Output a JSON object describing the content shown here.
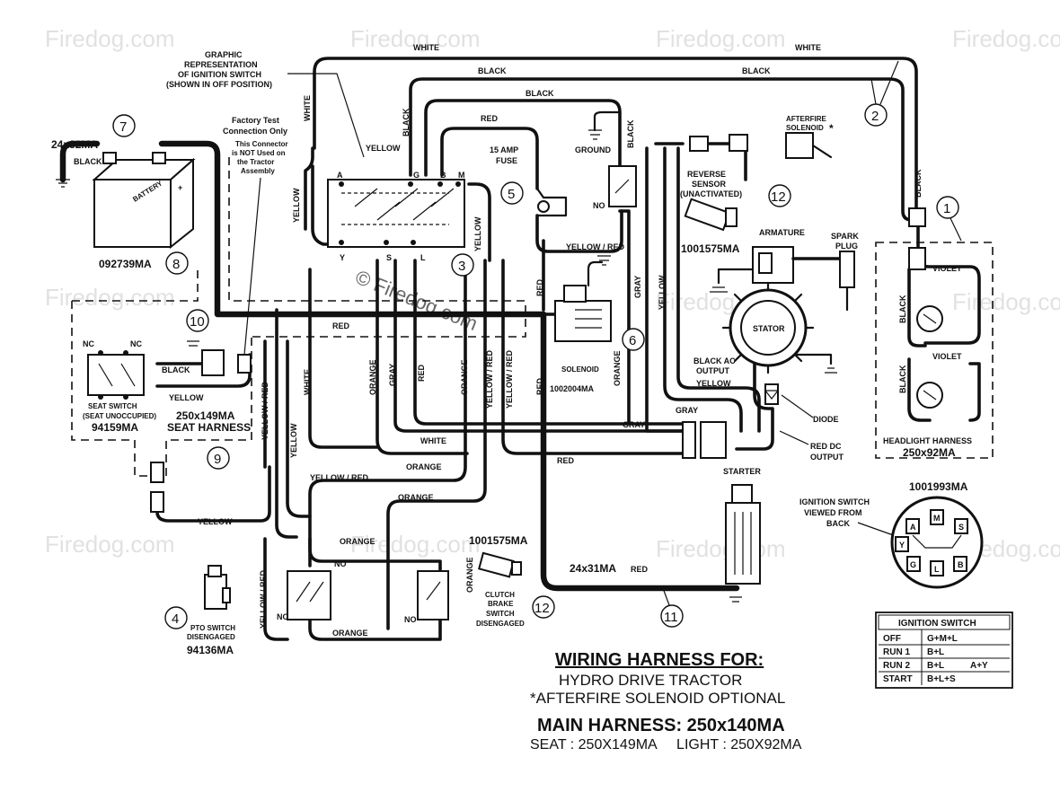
{
  "watermark": "Firedog.com",
  "watermark_symbol": "©",
  "labels": {
    "battery_part": "24x32MA",
    "battery_num": "7",
    "battery_name": "BATTERY",
    "battery_code": "092739MA",
    "battery_code_num": "8",
    "black": "BLACK",
    "white": "WHITE",
    "yellow": "YELLOW",
    "red": "RED",
    "gray": "GRAY",
    "orange": "ORANGE",
    "violet": "VIOLET",
    "yellow_red": "YELLOW / RED",
    "graphic_rep_1": "GRAPHIC",
    "graphic_rep_2": "REPRESENTATION",
    "graphic_rep_3": "OF IGNITION SWITCH",
    "graphic_rep_4": "(SHOWN IN OFF POSITION)",
    "factory_1": "Factory Test",
    "factory_2": "Connection Only",
    "factory_3": "This Connector",
    "factory_4": "is NOT Used on",
    "factory_5": "the Tractor",
    "factory_6": "Assembly",
    "fuse_1": "15 AMP",
    "fuse_2": "FUSE",
    "fuse_num": "5",
    "ground": "GROUND",
    "no": "NO",
    "nc": "NC",
    "afterfire_1": "AFTERFIRE",
    "afterfire_2": "SOLENOID",
    "afterfire_star": "*",
    "wire_num_2": "2",
    "reverse_1": "REVERSE",
    "reverse_2": "SENSOR",
    "reverse_3": "(UNACTIVATED)",
    "reverse_num": "12",
    "reverse_part": "1001575MA",
    "armature": "ARMATURE",
    "spark_1": "SPARK",
    "spark_2": "PLUG",
    "stator": "STATOR",
    "switch_num": "3",
    "solenoid": "SOLENOID",
    "solenoid_num": "6",
    "solenoid_part": "1002004MA",
    "black_ac_1": "BLACK AC",
    "black_ac_2": "OUTPUT",
    "diode": "DIODE",
    "red_dc_1": "RED DC",
    "red_dc_2": "OUTPUT",
    "headlight_num": "1",
    "headlight_harness": "HEADLIGHT HARNESS",
    "headlight_part": "250x92MA",
    "seat_switch_1": "SEAT SWITCH",
    "seat_switch_2": "(SEAT UNOCCUPIED)",
    "seat_switch_part": "94159MA",
    "seat_num": "10",
    "seat_harness_part": "250x149MA",
    "seat_harness": "SEAT HARNESS",
    "seat_harness_num": "9",
    "pto_1": "PTO SWITCH",
    "pto_2": "DISENGAGED",
    "pto_part": "94136MA",
    "pto_num": "4",
    "clutch_part": "1001575MA",
    "clutch_1": "CLUTCH",
    "clutch_2": "BRAKE",
    "clutch_3": "SWITCH",
    "clutch_4": "DISENGAGED",
    "clutch_num": "12",
    "starter": "STARTER",
    "cable_part": "24x31MA",
    "cable_num": "11",
    "ign_part": "1001993MA",
    "ign_view_1": "IGNITION SWITCH",
    "ign_view_2": "VIEWED FROM",
    "ign_view_3": "BACK",
    "term_a": "A",
    "term_m": "M",
    "term_s": "S",
    "term_y": "Y",
    "term_g": "G",
    "term_l": "L",
    "term_b": "B"
  },
  "ignition_table": {
    "title": "IGNITION SWITCH",
    "rows": [
      {
        "pos": "OFF",
        "c1": "G+M+L",
        "c2": ""
      },
      {
        "pos": "RUN 1",
        "c1": "B+L",
        "c2": ""
      },
      {
        "pos": "RUN 2",
        "c1": "B+L",
        "c2": "A+Y"
      },
      {
        "pos": "START",
        "c1": "B+L+S",
        "c2": ""
      }
    ]
  },
  "title_block": {
    "heading": "WIRING HARNESS FOR:",
    "line1": "HYDRO DRIVE TRACTOR",
    "line2": "*AFTERFIRE SOLENOID OPTIONAL",
    "main": "MAIN HARNESS: 250x140MA",
    "sub": "SEAT : 250X149MA     LIGHT : 250X92MA"
  }
}
